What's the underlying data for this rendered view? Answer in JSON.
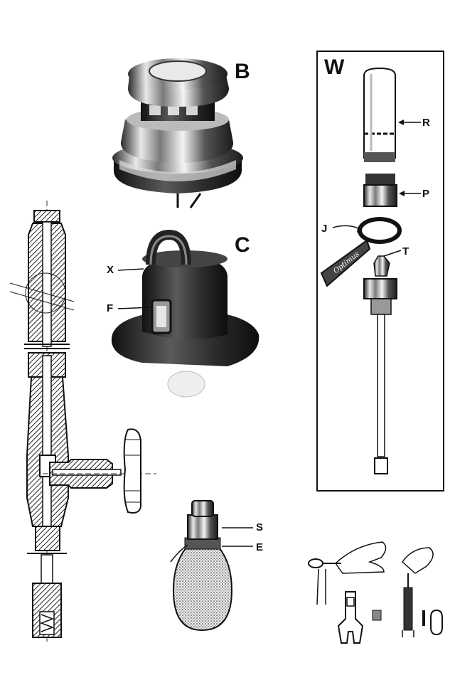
{
  "labels": {
    "B": "B",
    "C": "C",
    "W": "W",
    "X": "X",
    "F": "F",
    "R": "R",
    "P": "P",
    "J": "J",
    "T": "T",
    "S": "S",
    "E": "E"
  },
  "handle_script": "Optimus"
}
